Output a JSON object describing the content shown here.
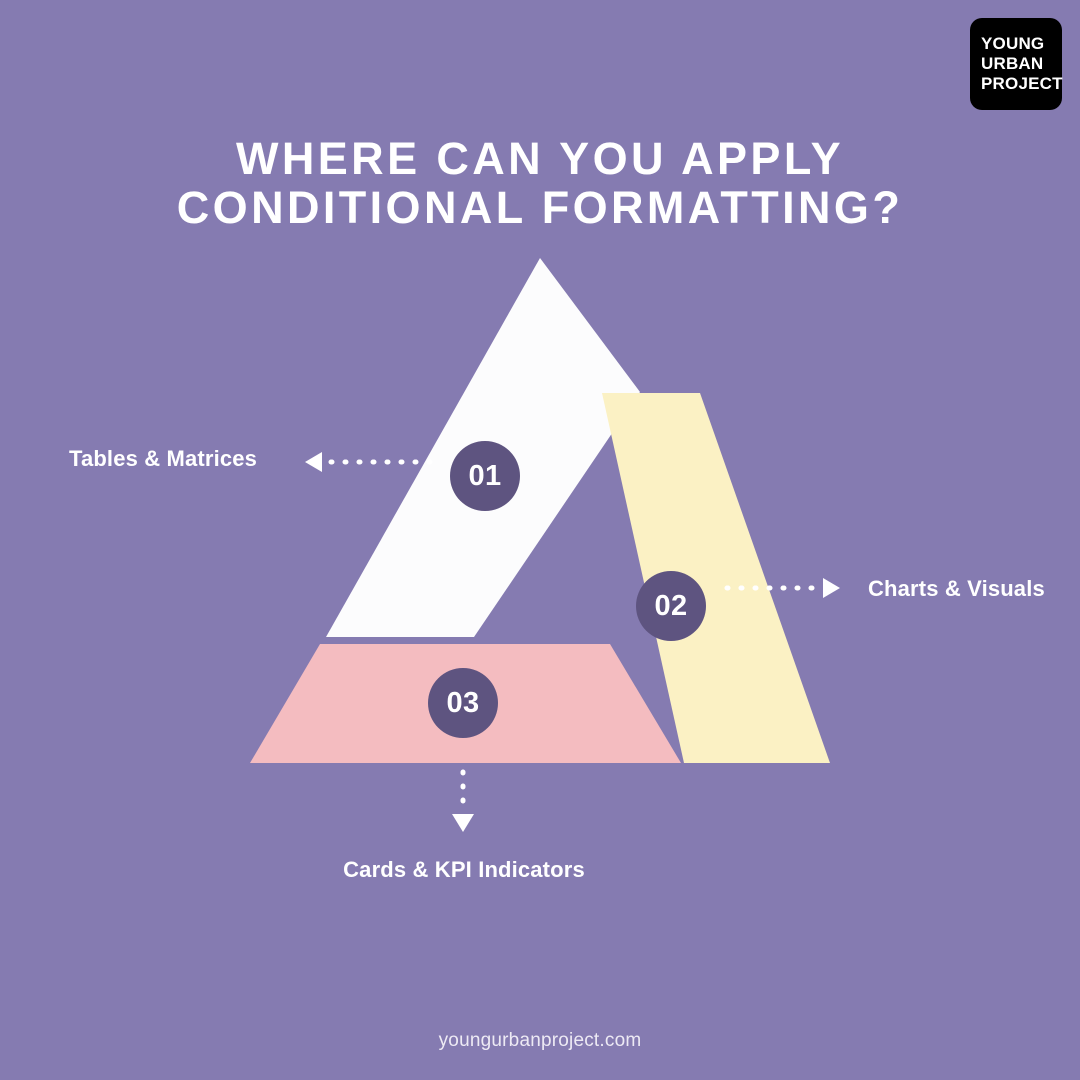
{
  "background_color": "#857BB1",
  "logo": {
    "name": "young-urban-project-logo",
    "lines": [
      "YOUNG",
      "URBAN",
      "PROJECT"
    ],
    "background_color": "#000000",
    "text_color": "#FFFFFF"
  },
  "title": {
    "line1": "WHERE CAN YOU APPLY",
    "line2": "CONDITIONAL FORMATTING?",
    "color": "#FFFFFF"
  },
  "diagram": {
    "type": "triangle-infographic",
    "segments": [
      {
        "number": "01",
        "label": "Tables & Matrices",
        "fill": "#FCFCFD",
        "badge_color": "#5E5480",
        "badge_text_color": "#FFFFFF",
        "arrow_direction": "left",
        "position": "upper-left-limb"
      },
      {
        "number": "02",
        "label": "Charts & Visuals",
        "fill": "#FBF1C4",
        "badge_color": "#5E5480",
        "badge_text_color": "#FFFFFF",
        "arrow_direction": "right",
        "position": "right-limb"
      },
      {
        "number": "03",
        "label": "Cards & KPI Indicators",
        "fill": "#F4BCC0",
        "badge_color": "#5E5480",
        "badge_text_color": "#FFFFFF",
        "arrow_direction": "down",
        "position": "base-limb"
      }
    ],
    "connector_style": "dotted",
    "connector_color": "#FFFFFF"
  },
  "footer": {
    "url": "youngurbanproject.com",
    "color": "#EDEAF4"
  }
}
